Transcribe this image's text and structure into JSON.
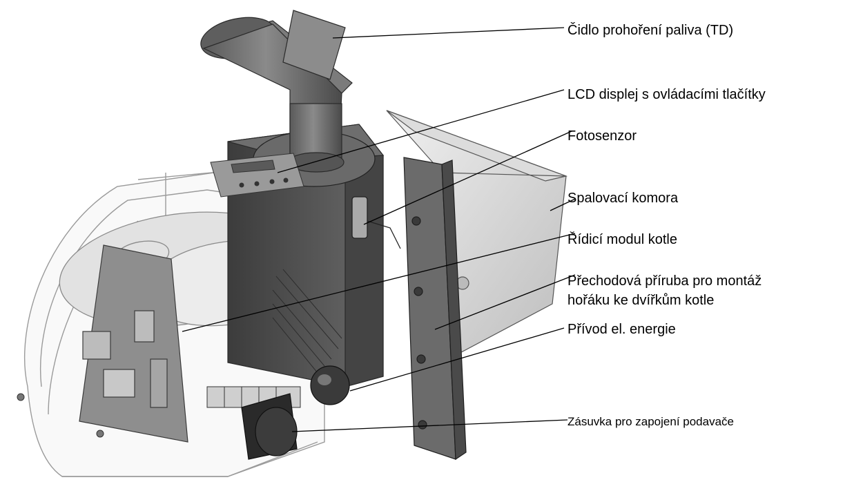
{
  "labels": [
    {
      "text": "Čidlo prohoření paliva (TD)"
    },
    {
      "text": "LCD displej s ovládacími tlačítky"
    },
    {
      "text": "Fotosenzor"
    },
    {
      "text": "Spalovací komora"
    },
    {
      "text": "Řídicí modul kotle"
    },
    {
      "text": "Přechodová příruba pro montáž",
      "text2": "hořáku ke dvířkům kotle"
    },
    {
      "text": "Přívod el. energie"
    },
    {
      "text": "Zásuvka pro zapojení podavače"
    }
  ]
}
